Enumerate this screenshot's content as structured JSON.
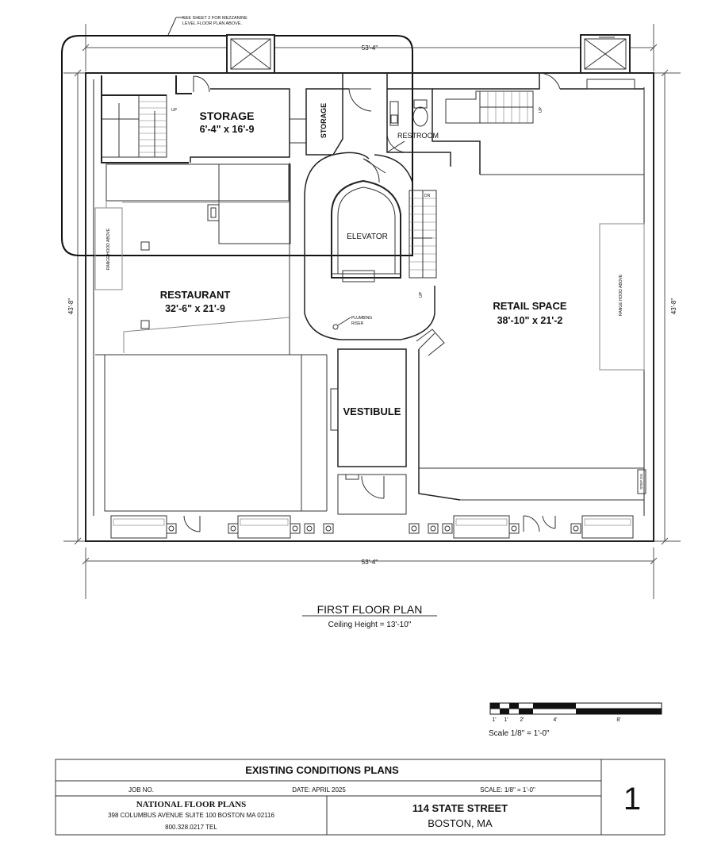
{
  "notes": {
    "mezzanine_note_line1": "SEE SHEET 2 FOR MEZZANINE",
    "mezzanine_note_line2": "LEVEL FLOOR PLAN ABOVE."
  },
  "dimensions": {
    "top_width": "53'-4\"",
    "bottom_width": "53'-4\"",
    "left_depth": "43'-8\"",
    "right_depth": "43'-8\""
  },
  "rooms": {
    "storage_main": {
      "name": "STORAGE",
      "size": "6'-4\" x 16'-9"
    },
    "storage_small": {
      "name": "STORAGE"
    },
    "restroom": {
      "name": "RESTROOM"
    },
    "elevator": {
      "name": "ELEVATOR"
    },
    "restaurant": {
      "name": "RESTAURANT",
      "size": "32'-6\" x 21'-9"
    },
    "retail": {
      "name": "RETAIL SPACE",
      "size": "38'-10\" x 21'-2"
    },
    "vestibule": {
      "name": "VESTIBULE"
    }
  },
  "labels": {
    "plumbing_riser_line1": "PLUMBING",
    "plumbing_riser_line2": "RISER",
    "range_hood_left": "RANGE HOOD ABOVE",
    "range_hood_right": "RANGE HOOD ABOVE",
    "up_left": "UP",
    "up_right": "UP",
    "dn_center": "DN",
    "up_center": "UP",
    "step_right": "STEP DN"
  },
  "plan_title": {
    "title": "FIRST FLOOR PLAN",
    "ceiling": "Ceiling Height = 13'-10\""
  },
  "scale_bar": {
    "ticks": [
      "1'",
      "1'",
      "2'",
      "4'",
      "8'"
    ],
    "scale_text": "Scale  1/8\" = 1'-0\""
  },
  "title_block": {
    "heading": "EXISTING CONDITIONS PLANS",
    "job_no_label": "JOB NO.",
    "date": "DATE: APRIL 2025",
    "scale": "SCALE: 1/8\" = 1'-0\"",
    "company": "NATIONAL FLOOR PLANS",
    "company_address": "398 COLUMBUS AVENUE SUITE 100 BOSTON MA 02116",
    "company_phone": "800.328.0217 TEL",
    "property_street": "114 STATE STREET",
    "property_city": "BOSTON, MA",
    "sheet_number": "1"
  }
}
